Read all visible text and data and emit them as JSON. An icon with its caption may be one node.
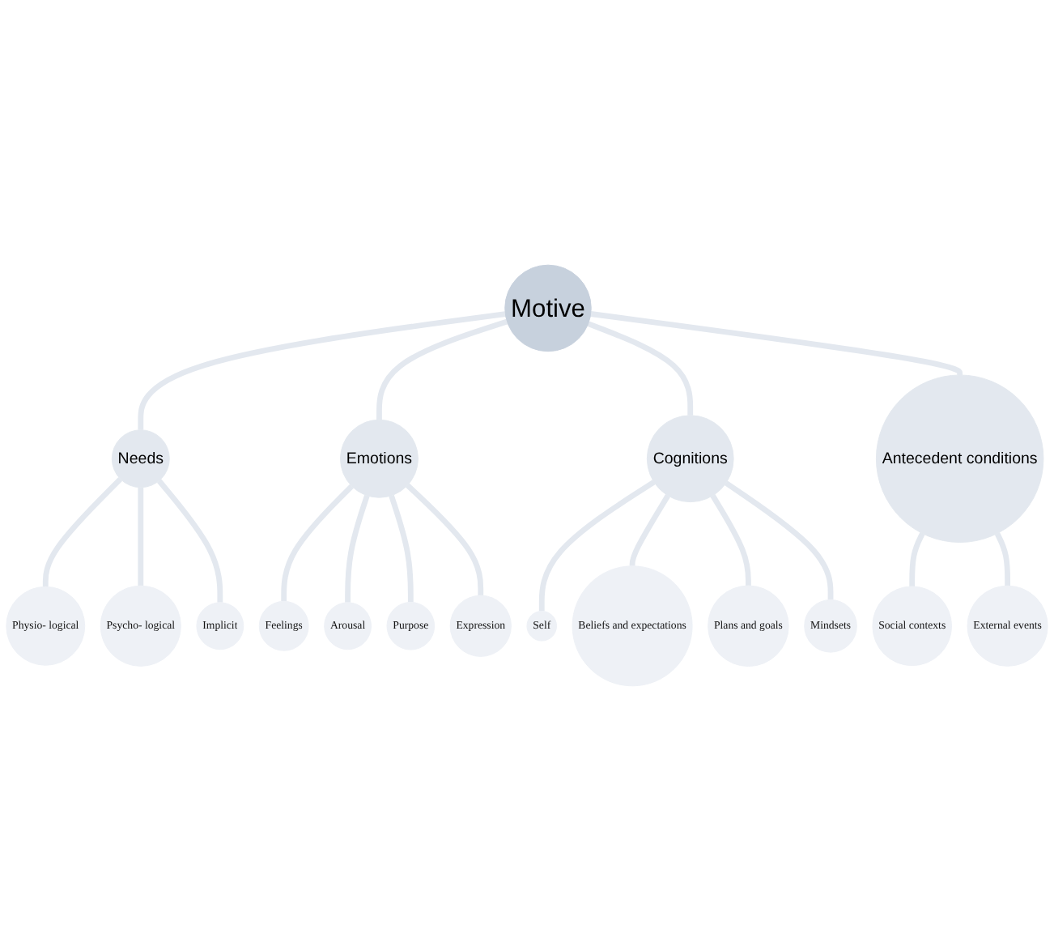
{
  "diagram": {
    "nodes": [
      {
        "text": [
          "Physio- logical"
        ]
      },
      {
        "text": [
          "Psycho- logical"
        ]
      },
      {
        "text": [
          "Needs"
        ]
      },
      {
        "text": [
          "Implicit"
        ]
      },
      {
        "text": [
          "Feelings"
        ]
      },
      {
        "text": [
          "Arousal"
        ]
      },
      {
        "text": [
          "Self"
        ]
      },
      {
        "text": [
          "Beliefs and expectations"
        ]
      },
      {
        "text": [
          "Emotions"
        ]
      },
      {
        "text": [
          "Motive"
        ]
      },
      {
        "text": [
          "Cognitions"
        ]
      },
      {
        "text": [
          "Purpose"
        ]
      },
      {
        "text": [
          "Expression"
        ]
      },
      {
        "text": [
          "Plans and goals"
        ]
      },
      {
        "text": [
          "Mindsets"
        ]
      },
      {
        "text": [
          "Social contexts"
        ]
      },
      {
        "text": [
          "Antecedent conditions"
        ]
      },
      {
        "text": [
          "External events"
        ]
      }
    ],
    "edges": [
      {
        "from": 9,
        "to": 2,
        "arrow": "none"
      },
      {
        "from": 9,
        "to": 8,
        "arrow": "none"
      },
      {
        "from": 9,
        "to": 10,
        "arrow": "none"
      },
      {
        "from": 9,
        "to": 16,
        "arrow": "none"
      },
      {
        "from": 2,
        "to": 0,
        "arrow": "none"
      },
      {
        "from": 2,
        "to": 1,
        "arrow": "none"
      },
      {
        "from": 2,
        "to": 3,
        "arrow": "none"
      },
      {
        "from": 8,
        "to": 4,
        "arrow": "none"
      },
      {
        "from": 8,
        "to": 5,
        "arrow": "none"
      },
      {
        "from": 8,
        "to": 11,
        "arrow": "none"
      },
      {
        "from": 8,
        "to": 12,
        "arrow": "none"
      },
      {
        "from": 10,
        "to": 6,
        "arrow": "none"
      },
      {
        "from": 10,
        "to": 7,
        "arrow": "none"
      },
      {
        "from": 10,
        "to": 13,
        "arrow": "none"
      },
      {
        "from": 10,
        "to": 14,
        "arrow": "none"
      },
      {
        "from": 16,
        "to": 15,
        "arrow": "none"
      },
      {
        "from": 16,
        "to": 17,
        "arrow": "none"
      }
    ]
  }
}
